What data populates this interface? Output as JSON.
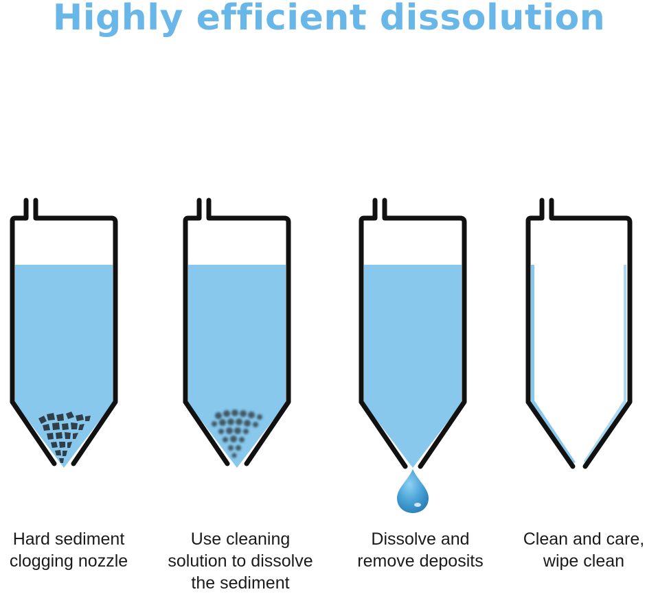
{
  "title": "Highly efficient dissolution",
  "colors": {
    "title": "#69b6e8",
    "liquid": "#87c8ec",
    "outline": "#111111",
    "sediment": "#2f3e47",
    "drop": "#3f95c8"
  },
  "steps": [
    {
      "caption": "Hard sediment\nclogging nozzle",
      "state": "clogged",
      "icon": "nozzle-with-hard-sediment"
    },
    {
      "caption": "Use cleaning\nsolution to dissolve\nthe sediment",
      "state": "dissolving",
      "icon": "nozzle-with-dissolving-sediment"
    },
    {
      "caption": "Dissolve and\nremove deposits",
      "state": "draining",
      "icon": "nozzle-with-drip"
    },
    {
      "caption": "Clean and care,\nwipe clean",
      "state": "clean",
      "icon": "clean-nozzle"
    }
  ]
}
